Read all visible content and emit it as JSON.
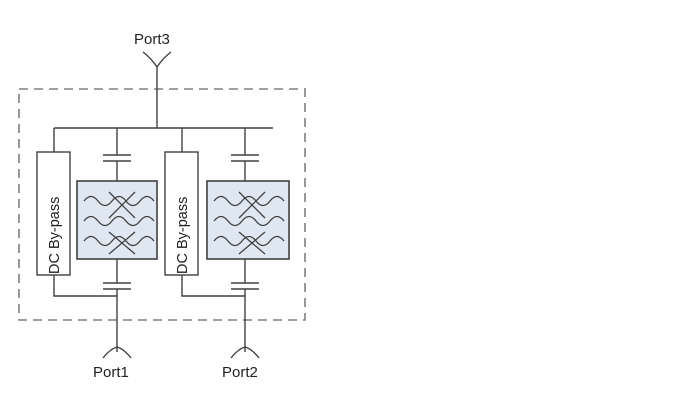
{
  "diagram": {
    "ports": {
      "port3": "Port3",
      "port1": "Port1",
      "port2": "Port2"
    },
    "bypass_left": "DC By-pass",
    "bypass_right": "DC By-pass"
  }
}
